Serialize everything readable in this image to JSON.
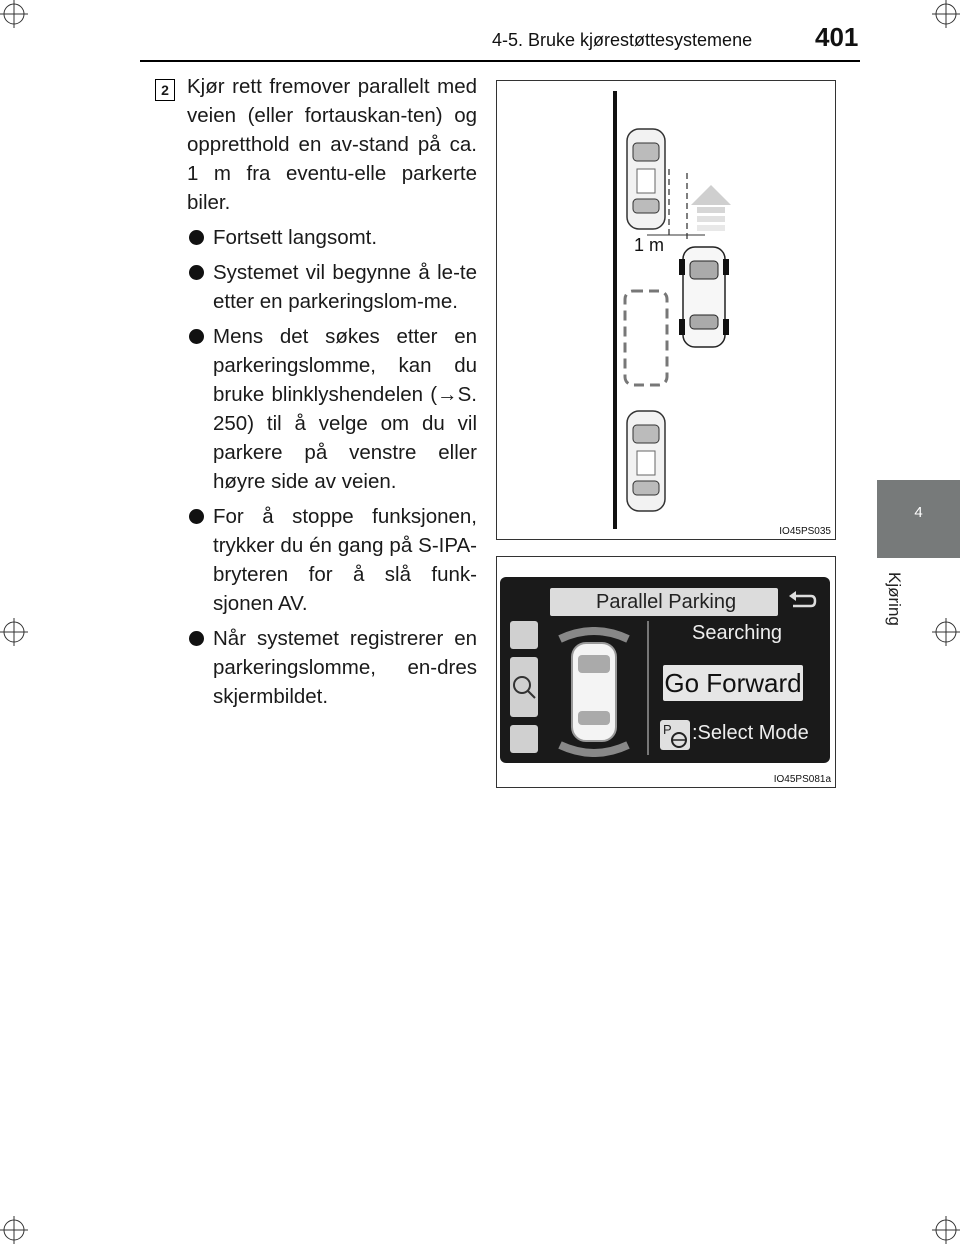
{
  "header": {
    "section": "4-5. Bruke kjørestøttesystemene",
    "page_number": "401"
  },
  "side_tab": {
    "number": "4",
    "label": "Kjøring"
  },
  "step": {
    "badge": "2",
    "intro": "Kjør rett fremover parallelt med veien (eller fortauskan-ten) og oppretthold en av-stand på ca. 1 m fra eventu-elle parkerte biler.",
    "bullets": [
      "Fortsett langsomt.",
      "Systemet vil begynne å le-te etter en parkeringslom-me.",
      "Mens det søkes etter en parkeringslomme, kan du bruke blinklyshendelen (→S. 250) til å velge om du vil parkere på venstre eller høyre side av veien.",
      "For å stoppe funksjonen, trykker du én gang på S-IPA-bryteren for å slå funk-sjonen AV.",
      "Når systemet registrerer en parkeringslomme, en-dres skjermbildet."
    ]
  },
  "figure1": {
    "code": "IO45PS035",
    "distance_label": "1 m"
  },
  "figure2": {
    "code": "IO45PS081a",
    "screen": {
      "title": "Parallel Parking",
      "status": "Searching",
      "instruction": "Go Forward",
      "mode_label": ":Select Mode"
    }
  }
}
